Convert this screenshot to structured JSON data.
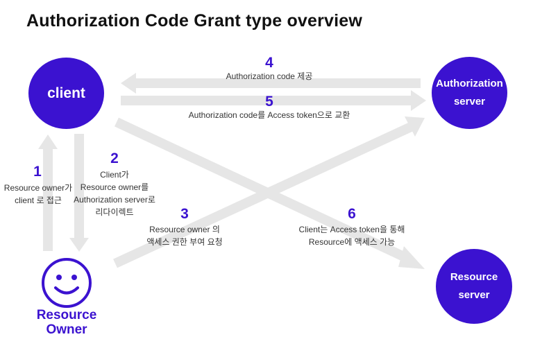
{
  "title": "Authorization Code Grant type overview",
  "colors": {
    "accent": "#3b12d0",
    "arrow": "#e6e6e6",
    "text": "#333333"
  },
  "nodes": {
    "client": {
      "label": "client"
    },
    "authorization_server": {
      "line1": "Authorization",
      "line2": "server"
    },
    "resource_server": {
      "line1": "Resource",
      "line2": "server"
    },
    "resource_owner": {
      "line1": "Resource",
      "line2": "Owner",
      "icon": "smiley-face-icon"
    }
  },
  "steps": [
    {
      "number": "1",
      "lines": [
        "Resource owner가",
        "client 로 접근"
      ]
    },
    {
      "number": "2",
      "lines": [
        "Client가",
        "Resource owner를",
        "Authorization server로",
        "리다이렉트"
      ]
    },
    {
      "number": "3",
      "lines": [
        "Resource owner 의",
        "액세스 권한 부여 요청"
      ]
    },
    {
      "number": "4",
      "lines": [
        "Authorization code 제공"
      ]
    },
    {
      "number": "5",
      "lines": [
        "Authorization code를 Access token으로 교환"
      ]
    },
    {
      "number": "6",
      "lines": [
        "Client는 Access token을 통해",
        "Resource에 액세스 가능"
      ]
    }
  ]
}
